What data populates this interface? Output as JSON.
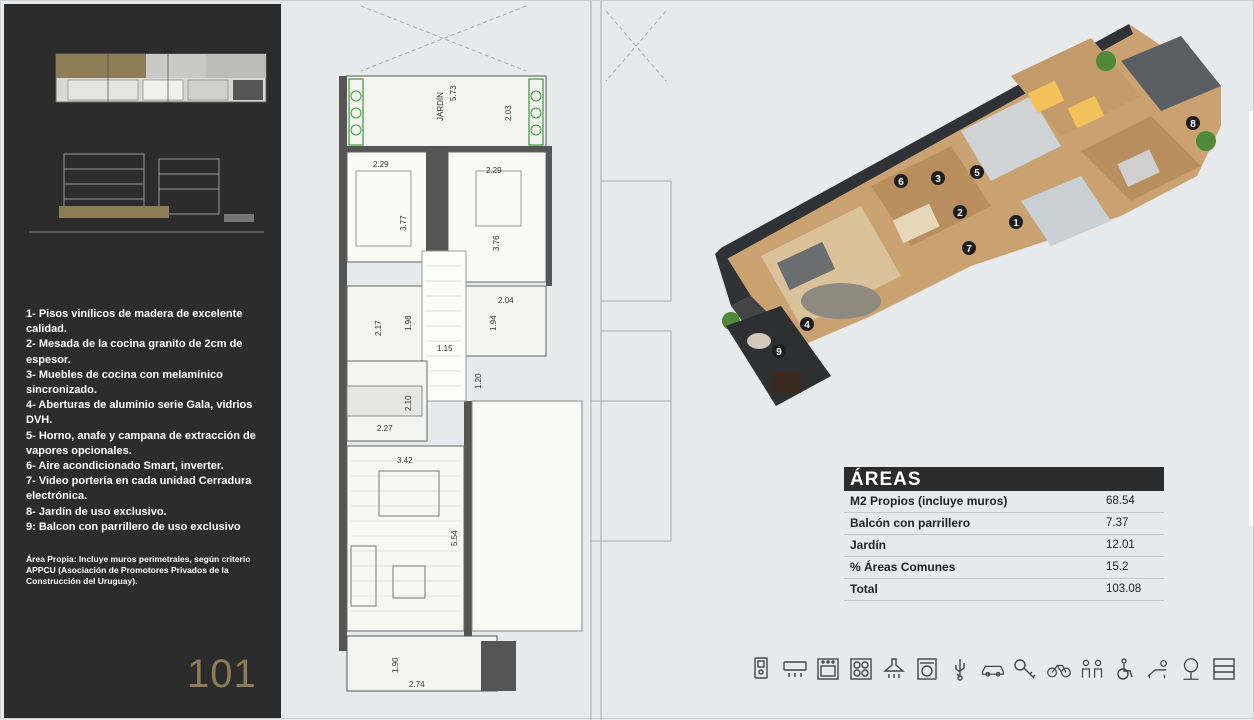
{
  "unit_number": "101",
  "features": [
    "1- Pisos vinílicos de madera de excelente calidad.",
    "2- Mesada de la cocina granito de 2cm de espesor.",
    "3- Muebles de cocina con melamínico sincronizado.",
    "4- Aberturas de aluminio serie Gala, vidrios DVH.",
    "5- Horno, anafe y campana de extracción de vapores opcionales.",
    "6- Aire acondicionado Smart, inverter.",
    "7- Video portería en cada unidad Cerradura electrónica.",
    "8- Jardín de uso exclusivo.",
    "9: Balcon con parrillero de uso exclusivo"
  ],
  "note": "Área Propia: Incluye muros perimetrales, según criterio APPCU (Asociación de Promotores Privados de la Construcción del Uruguay).",
  "plan": {
    "garden_label": "JARDÍN",
    "dims": [
      "5.73",
      "2.03",
      "2.29",
      "2.29",
      "3.77",
      "3.76",
      "2.04",
      "2.17",
      "1.98",
      "1.94",
      "1.15",
      "1.20",
      "2.10",
      "2.27",
      "3.42",
      "5.54",
      "1.90",
      "2.74"
    ]
  },
  "render_markers": [
    "1",
    "2",
    "3",
    "4",
    "5",
    "6",
    "7",
    "8",
    "9"
  ],
  "areas": {
    "title": "ÁREAS",
    "rows": [
      {
        "label": "M2 Propios (incluye muros)",
        "value": "68.54"
      },
      {
        "label": "Balcón con parrillero",
        "value": "7.37"
      },
      {
        "label": "Jardín",
        "value": "12.01"
      },
      {
        "label": "% Áreas Comunes",
        "value": "15.2"
      },
      {
        "label": "Total",
        "value": "103.08"
      }
    ]
  },
  "amenity_icons": [
    "intercom-icon",
    "air-conditioner-icon",
    "oven-icon",
    "cooktop-icon",
    "range-hood-icon",
    "washing-machine-icon",
    "usb-icon",
    "car-icon",
    "keys-icon",
    "bicycle-icon",
    "people-icon",
    "accessibility-icon",
    "sunbed-icon",
    "tree-icon",
    "storage-icon"
  ],
  "colors": {
    "panel": "#2c2c2c",
    "unit_gold": "#8c7d56",
    "background": "#e8e9eb"
  }
}
